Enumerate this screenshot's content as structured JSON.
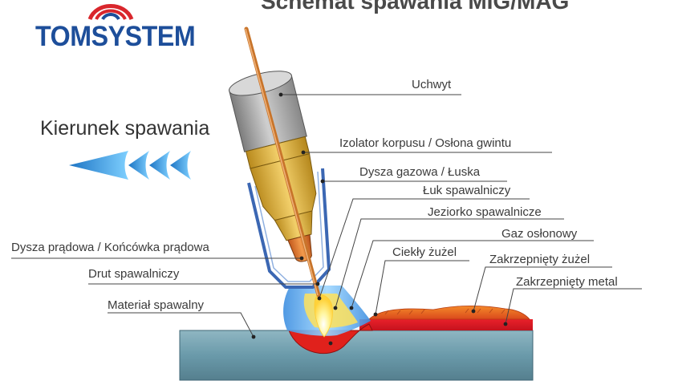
{
  "header": {
    "title": "Schemat spawania MIG/MAG",
    "brand": "TOMSYSTEM"
  },
  "direction": {
    "label": "Kierunek spawania"
  },
  "labels": {
    "uchwyt": "Uchwyt",
    "izolator": "Izolator korpusu / Osłona gwintu",
    "dysza_gazowa": "Dysza gazowa / Łuska",
    "luk": "Łuk spawalniczy",
    "jeziorko": "Jeziorko spawalnicze",
    "gaz": "Gaz osłonowy",
    "ciekly_zuzel": "Ciekły żużel",
    "zakrzepniety_zuzel": "Zakrzepnięty żużel",
    "zakrzepniety_metal": "Zakrzepnięty metal",
    "dysza_pradowa": "Dysza prądowa / Końcówka prądowa",
    "drut": "Drut spawalniczy",
    "material": "Materiał spawalny"
  },
  "colors": {
    "brand_blue": "#1d4e9a",
    "brand_red": "#d9262c",
    "plate": "#6a9aaa",
    "torch_grey": "#a4a4a4",
    "insulator_gold": "#d6ac3a",
    "wire_copper": "#c8742a",
    "arrow_blue": "#2f8fd6",
    "molten_red": "#e3261d",
    "slag_orange": "#e8621e",
    "gas_blue": "#4aa8e8"
  },
  "icons": {
    "logo": "flag-arc-logo",
    "direction": "chevron-arrow-left-icon"
  }
}
